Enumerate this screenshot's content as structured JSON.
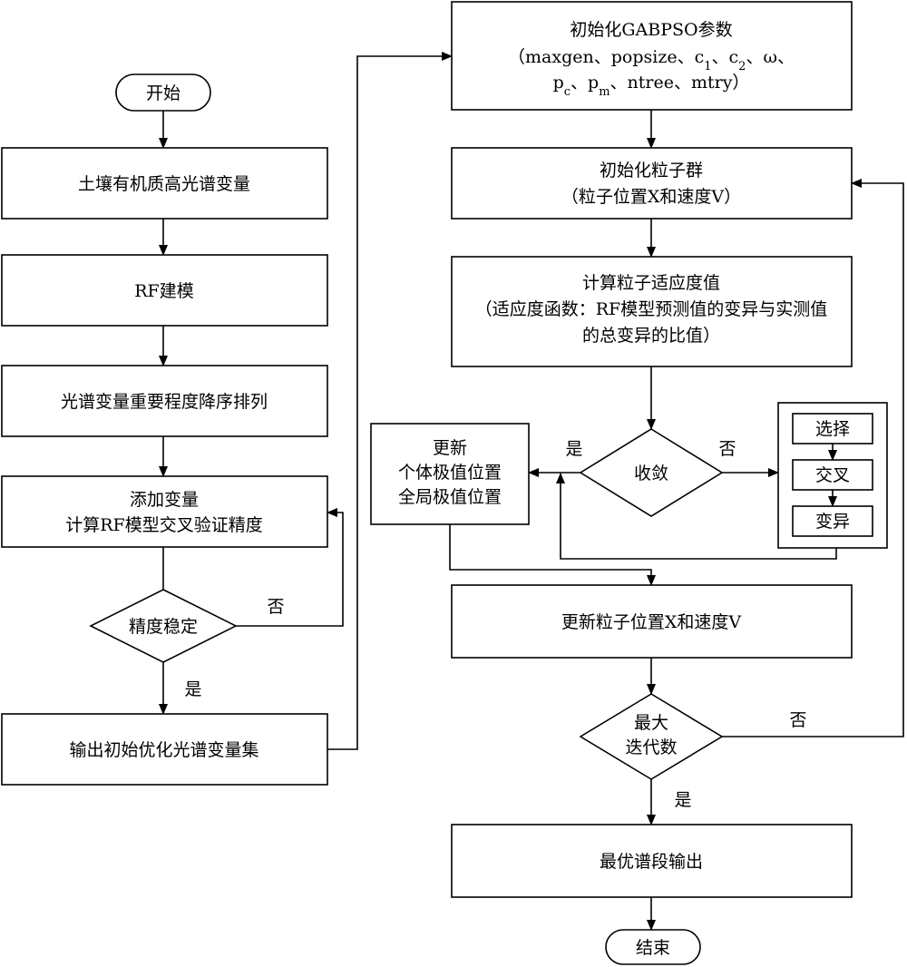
{
  "left": {
    "start": "开始",
    "step1": "土壤有机质高光谱变量",
    "step2": "RF建模",
    "step3": "光谱变量重要程度降序排列",
    "step4": [
      "添加变量",
      "计算RF模型交叉验证精度"
    ],
    "decision": "精度稳定",
    "decision_no": "否",
    "decision_yes": "是",
    "output": "输出初始优化光谱变量集"
  },
  "right": {
    "init_params": {
      "line1": "初始化GABPSO参数",
      "line2": {
        "open": "（maxgen、popsize、c",
        "sub1": "1",
        "mid1": "、c",
        "sub2": "2",
        "tail": "、ω、"
      },
      "line3": {
        "p1": "p",
        "sub1": "c",
        "mid": "、p",
        "sub2": "m",
        "tail": "、ntree、mtry）"
      }
    },
    "init_swarm": [
      "初始化粒子群",
      "（粒子位置X和速度V）"
    ],
    "fitness": [
      "计算粒子适应度值",
      "（适应度函数：RF模型预测值的变异与实测值",
      "的总变异的比值）"
    ],
    "update_best": [
      "更新",
      "个体极值位置",
      "全局极值位置"
    ],
    "converge": "收敛",
    "converge_yes": "是",
    "converge_no": "否",
    "ga_ops": [
      "选择",
      "交叉",
      "变异"
    ],
    "update_particles": "更新粒子位置X和速度V",
    "max_iter": [
      "最大",
      "迭代数"
    ],
    "max_iter_no": "否",
    "max_iter_yes": "是",
    "best_output": "最优谱段输出",
    "end": "结束"
  },
  "colors": {
    "stroke": "#000000",
    "fill": "#ffffff",
    "text": "#000000"
  }
}
